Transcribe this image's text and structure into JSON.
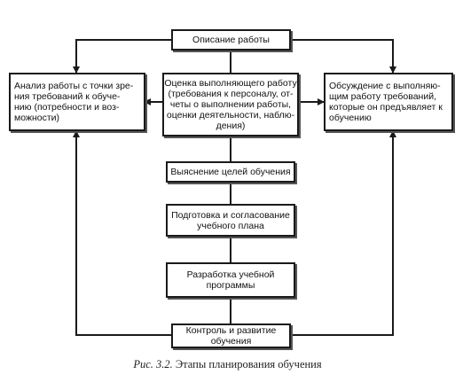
{
  "diagram": {
    "boxes": {
      "job_description": [
        "Описание работы"
      ],
      "work_analysis": [
        "Анализ работы с точки зре-",
        "ния требований к обуче-",
        "нию (потребности и воз-",
        "можности)"
      ],
      "performer_evaluation": [
        "Оценка выполняющего работу",
        "(требования к персоналу, от-",
        "четы о выполнении работы,",
        "оценки деятельности, наблю-",
        "дения)"
      ],
      "discussion": [
        "Обсуждение с выполняю-",
        "щим работу требований,",
        "которые он предъявляет к",
        "обучению"
      ],
      "training_goals": [
        "Выяснение целей обучения"
      ],
      "curriculum_prep": [
        "Подготовка и согласование",
        "учебного плана"
      ],
      "program_dev": [
        "Разработка учебной",
        "программы"
      ],
      "control": [
        "Контроль и развитие",
        "обучения"
      ]
    },
    "caption": {
      "figure": "Рис. 3.2.",
      "text": "Этапы планирования обучения"
    }
  }
}
